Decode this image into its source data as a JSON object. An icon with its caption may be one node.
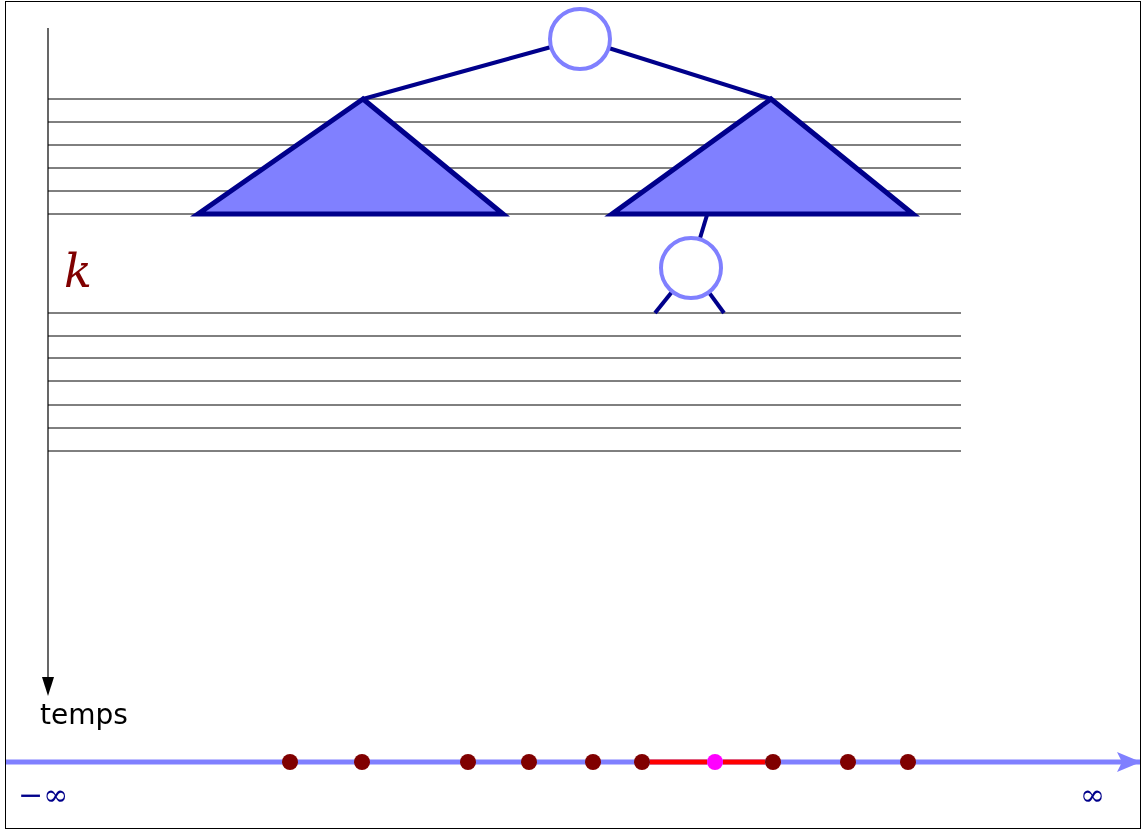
{
  "diagram": {
    "nodes": [
      {
        "text": [],
        "shape": "circle"
      },
      {
        "text": [],
        "shape": "triangle"
      },
      {
        "text": [],
        "shape": "triangle"
      },
      {
        "text": [],
        "shape": "circle"
      },
      {
        "text": [],
        "shape": "circle"
      },
      {
        "text": [],
        "shape": "circle"
      },
      {
        "text": [],
        "shape": "circle"
      },
      {
        "text": [],
        "shape": "circle"
      },
      {
        "text": [],
        "shape": "circle"
      },
      {
        "text": [],
        "shape": "circle"
      },
      {
        "text": [],
        "shape": "circle"
      },
      {
        "text": [],
        "shape": "circle"
      },
      {
        "text": [],
        "shape": "circle"
      },
      {
        "text": [],
        "shape": "circle"
      }
    ],
    "edges": [
      {
        "from": 0,
        "to": 1,
        "arrow": "none"
      },
      {
        "from": 0,
        "to": 2,
        "arrow": "none"
      },
      {
        "from": 2,
        "to": 3,
        "arrow": "none"
      },
      {
        "from": 3,
        "to": null,
        "arrow": "none"
      },
      {
        "from": 3,
        "to": null,
        "arrow": "none"
      },
      {
        "from": 9,
        "to": 10,
        "arrow": "none",
        "color": "#ff0000"
      },
      {
        "from": 10,
        "to": 11,
        "arrow": "none",
        "color": "#ff0000"
      }
    ],
    "labels": [
      "k",
      "temps",
      "−∞",
      "∞"
    ]
  }
}
